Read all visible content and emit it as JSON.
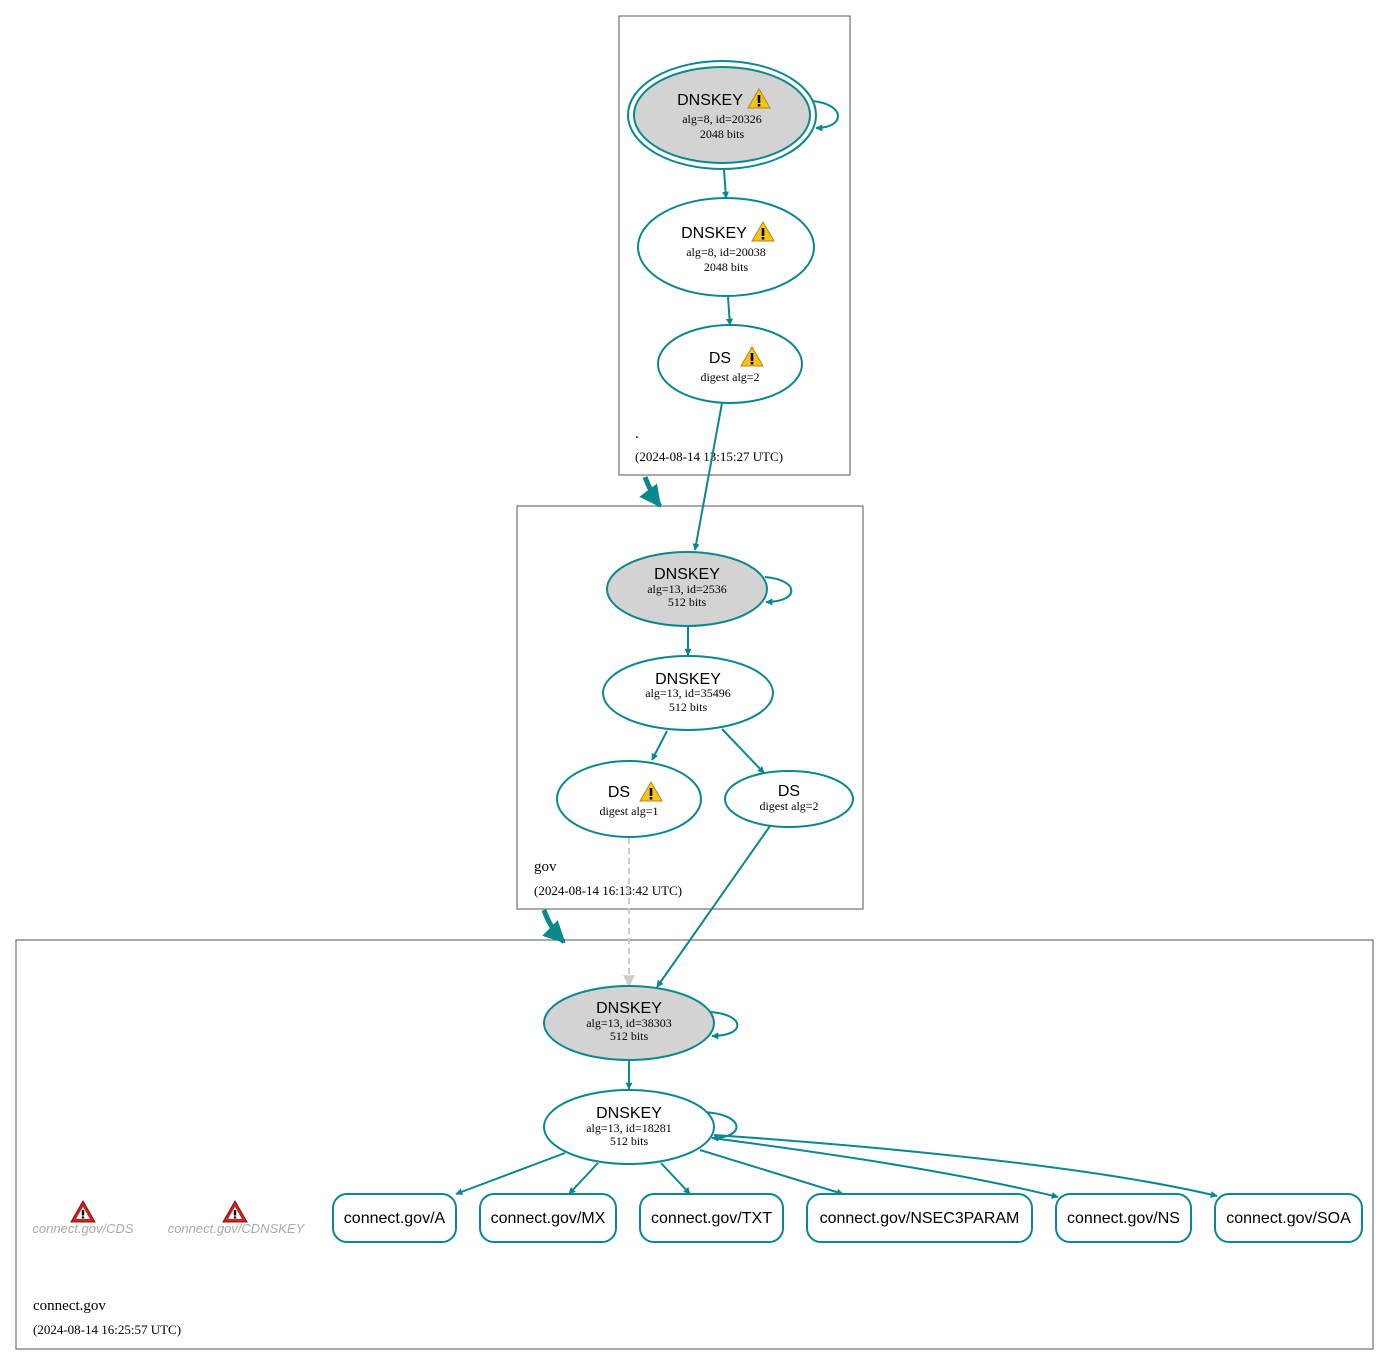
{
  "colors": {
    "edge": "#0a878f",
    "node_grey": "#d3d3d3",
    "warning_yellow": "#f5c518",
    "error_red": "#cc2222",
    "insecure_edge": "#cccccc"
  },
  "zones": {
    "root": {
      "name": ".",
      "timestamp": "(2024-08-14 13:15:27 UTC)"
    },
    "gov": {
      "name": "gov",
      "timestamp": "(2024-08-14 16:13:42 UTC)"
    },
    "connect": {
      "name": "connect.gov",
      "timestamp": "(2024-08-14 16:25:57 UTC)"
    }
  },
  "nodes": {
    "root_ksk": {
      "title": "DNSKEY",
      "line1": "alg=8, id=20326",
      "line2": "2048 bits",
      "icon": "warning-icon"
    },
    "root_zsk": {
      "title": "DNSKEY",
      "line1": "alg=8, id=20038",
      "line2": "2048 bits",
      "icon": "warning-icon"
    },
    "root_ds": {
      "title": "DS",
      "line1": "digest alg=2",
      "icon": "warning-icon"
    },
    "gov_ksk": {
      "title": "DNSKEY",
      "line1": "alg=13, id=2536",
      "line2": "512 bits"
    },
    "gov_zsk": {
      "title": "DNSKEY",
      "line1": "alg=13, id=35496",
      "line2": "512 bits"
    },
    "gov_ds1": {
      "title": "DS",
      "line1": "digest alg=1",
      "icon": "warning-icon"
    },
    "gov_ds2": {
      "title": "DS",
      "line1": "digest alg=2"
    },
    "cg_ksk": {
      "title": "DNSKEY",
      "line1": "alg=13, id=38303",
      "line2": "512 bits"
    },
    "cg_zsk": {
      "title": "DNSKEY",
      "line1": "alg=13, id=18281",
      "line2": "512 bits"
    }
  },
  "missing_rrsets": [
    {
      "label": "connect.gov/CDS",
      "icon": "error-icon"
    },
    {
      "label": "connect.gov/CDNSKEY",
      "icon": "error-icon"
    }
  ],
  "rrsets": [
    {
      "label": "connect.gov/A"
    },
    {
      "label": "connect.gov/MX"
    },
    {
      "label": "connect.gov/TXT"
    },
    {
      "label": "connect.gov/NSEC3PARAM"
    },
    {
      "label": "connect.gov/NS"
    },
    {
      "label": "connect.gov/SOA"
    }
  ]
}
